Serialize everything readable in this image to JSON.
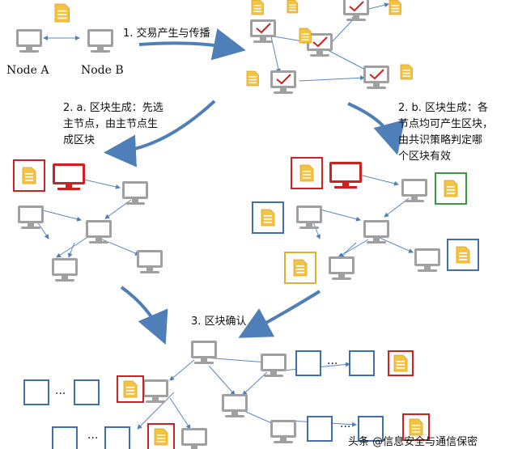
{
  "labels": {
    "node_a": "Node A",
    "node_b": "Node B",
    "step1": "1. 交易产生与传播",
    "step2a": [
      "2. a. 区块生成：先选",
      "主节点，由主节点生",
      "成区块"
    ],
    "step2b": [
      "2. b. 区块生成：各",
      "节点均可产生区块，",
      "由共识策略判定哪",
      "个区块有效"
    ],
    "step3": "3. 区块确认",
    "ellipsis": "···",
    "watermark": "头条 @信息安全与通信保密"
  },
  "colors": {
    "monitor": "#a0a0a0",
    "monitor_light": "#ffffff",
    "leader": "#cc2222",
    "document_fill": "#f5c242",
    "document_line": "#ffffff",
    "arrow_blue": "#4f7fb8",
    "box_blue": "#3f6fae",
    "box_red": "#cc2222",
    "box_green": "#3a9a40",
    "check_red": "#cc2222"
  },
  "icons": [
    "computer-icon",
    "document-icon",
    "checkmark-icon",
    "curved-arrow-icon",
    "block-box-icon"
  ]
}
